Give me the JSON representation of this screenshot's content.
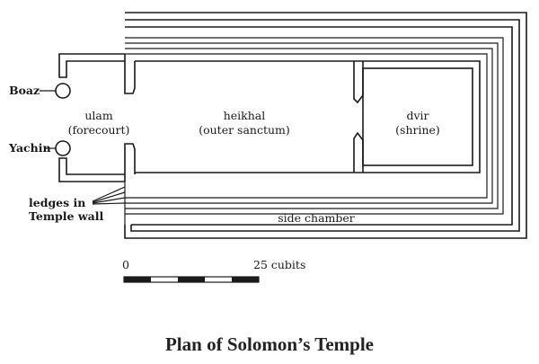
{
  "labels": {
    "boaz": "Boaz",
    "yachin": "Yachin",
    "ulam_name": "ulam",
    "ulam_desc": "(forecourt)",
    "heikhal_name": "heikhal",
    "heikhal_desc": "(outer sanctum)",
    "dvir_name": "dvir",
    "dvir_desc": "(shrine)",
    "side_chamber": "side chamber",
    "ledges_line1": "ledges in",
    "ledges_line2": "Temple wall"
  },
  "scale": {
    "start_label": "0",
    "end_label": "25 cubits"
  },
  "title": "Plan of Solomon’s Temple",
  "colors": {
    "ink": "#1a1a1a",
    "background": "#ffffff"
  }
}
